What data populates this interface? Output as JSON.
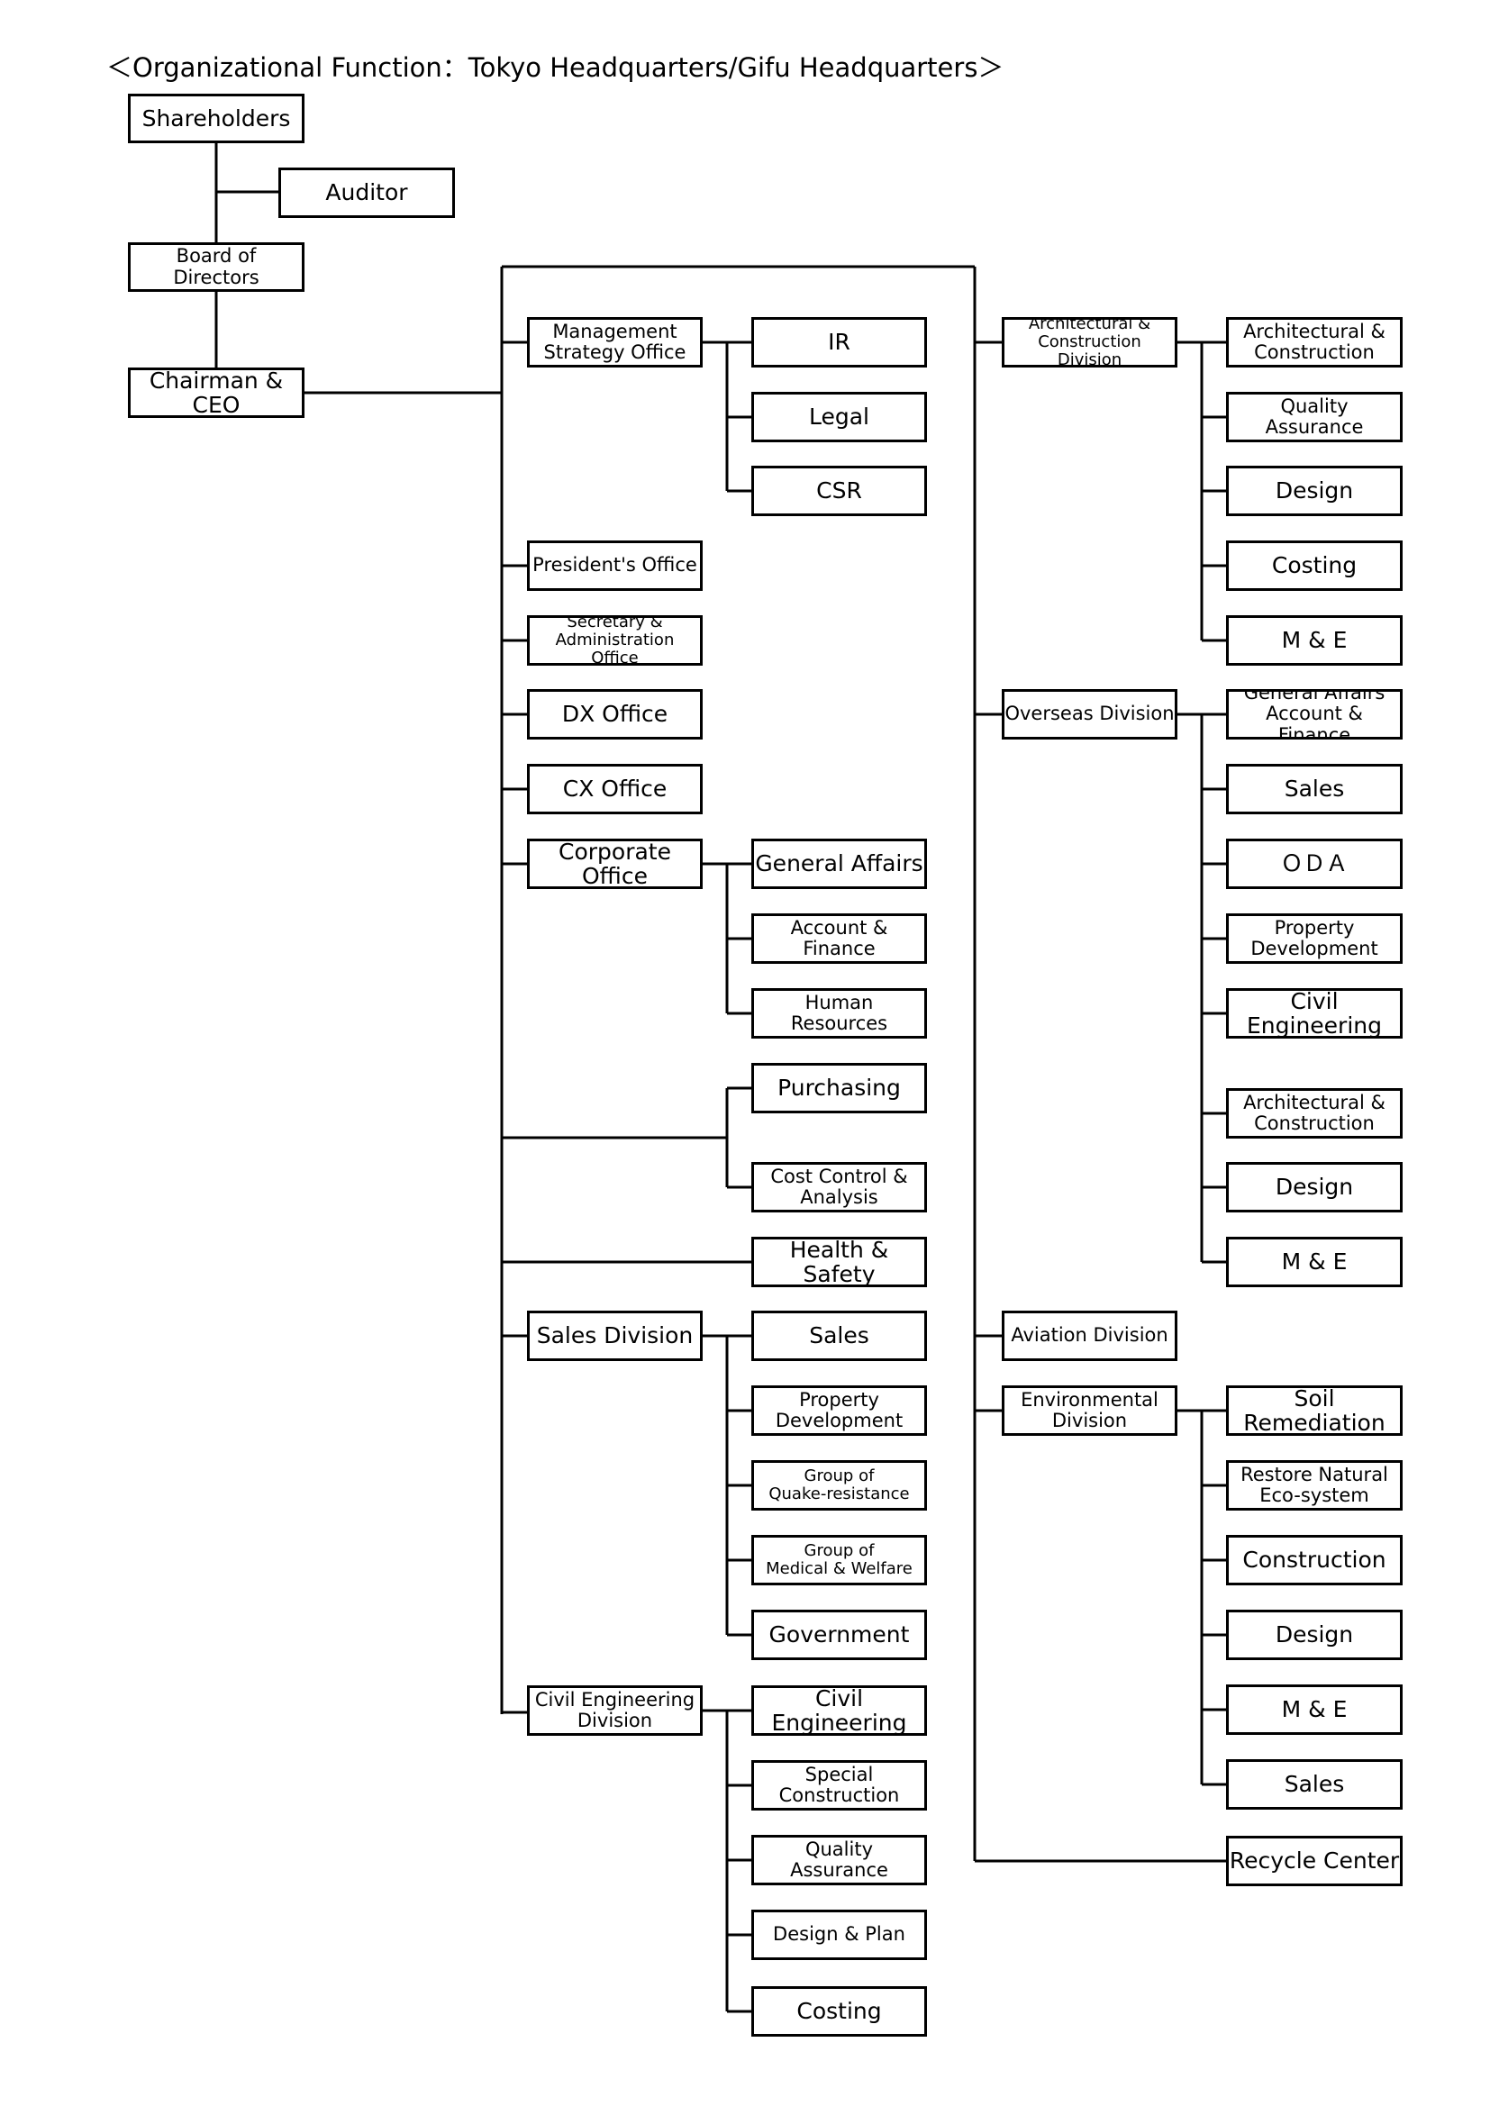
{
  "title": "＜Organizational Function：Tokyo Headquarters/Gifu Headquarters＞",
  "nodes": {
    "shareholders": "Shareholders",
    "auditor": "Auditor",
    "board": "Board of Directors",
    "ceo": "Chairman & CEO",
    "mgmt_strategy": "Management\nStrategy Office",
    "ir": "IR",
    "legal": "Legal",
    "csr": "CSR",
    "presidents_office": "President's Office",
    "secretary": "Secretary &\nAdministration Office",
    "dx_office": "DX Office",
    "cx_office": "CX Office",
    "corporate_office": "Corporate Office",
    "general_affairs": "General Affairs",
    "account_finance": "Account & Finance",
    "human_resources": "Human Resources",
    "purchasing": "Purchasing",
    "cost_control": "Cost Control &\nAnalysis",
    "health_safety": "Health & Safety",
    "sales_division": "Sales Division",
    "sd_sales": "Sales",
    "sd_property": "Property\nDevelopment",
    "sd_quake": "Group of\nQuake-resistance",
    "sd_medical": "Group of\nMedical & Welfare",
    "sd_government": "Government",
    "civil_division": "Civil Engineering\nDivision",
    "cd_civil": "Civil Engineering",
    "cd_special": "Special\nConstruction",
    "cd_quality": "Quality Assurance",
    "cd_design_plan": "Design & Plan",
    "cd_costing": "Costing",
    "arch_division": "Architectural &\nConstruction Division",
    "ad_arch": "Architectural &\nConstruction",
    "ad_quality": "Quality Assurance",
    "ad_design": "Design",
    "ad_costing": "Costing",
    "ad_me": "M & E",
    "overseas_division": "Overseas Division",
    "od_general": "General Affairs\nAccount & Finance",
    "od_sales": "Sales",
    "od_oda": "ＯＤＡ",
    "od_property": "Property\nDevelopment",
    "od_civil": "Civil Engineering",
    "od_arch": "Architectural &\nConstruction",
    "od_design": "Design",
    "od_me": "M & E",
    "aviation_division": "Aviation Division",
    "env_division": "Environmental\nDivision",
    "ed_soil": "Soil Remediation",
    "ed_restore": "Restore Natural\nEco-system",
    "ed_construction": "Construction",
    "ed_design": "Design",
    "ed_me": "M & E",
    "ed_sales": "Sales",
    "recycle_center": "Recycle Center"
  }
}
